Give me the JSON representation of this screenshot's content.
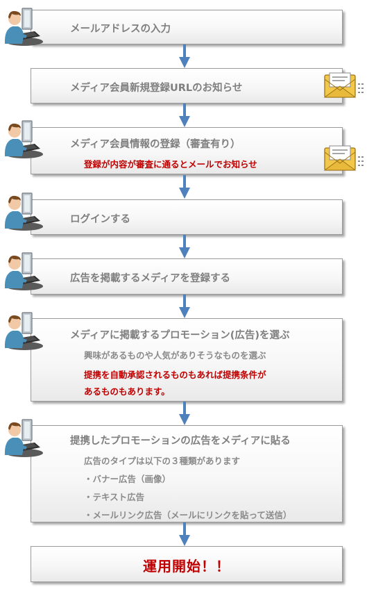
{
  "steps": [
    {
      "title": "メールアドレスの入力"
    },
    {
      "title": "メディア会員新規登録URLのお知らせ"
    },
    {
      "title": "メディア会員情報の登録（審査有り）",
      "notes": [
        "登録が内容が審査に通るとメールでお知らせ"
      ]
    },
    {
      "title": "ログインする"
    },
    {
      "title": "広告を掲載するメディアを登録する"
    },
    {
      "title": "メディアに掲載するプロモーション(広告)を選ぶ",
      "details": [
        "興味があるものや人気がありそうなものを選ぶ"
      ],
      "notes": [
        "提携を自動承認されるものもあれば提携条件が",
        "あるものもあります。"
      ]
    },
    {
      "title": "提携したプロモーションの広告をメディアに貼る",
      "details": [
        "広告のタイプは以下の３種類があります",
        "・バナー広告（画像）",
        "・テキスト広告",
        "・メールリンク広告（メールにリンクを貼って送信）"
      ]
    }
  ],
  "final": {
    "label": "運用開始！！"
  },
  "colors": {
    "accent_text": "#c00000",
    "arrow": "#4f81bd",
    "title_text": "#7f7f7f"
  }
}
